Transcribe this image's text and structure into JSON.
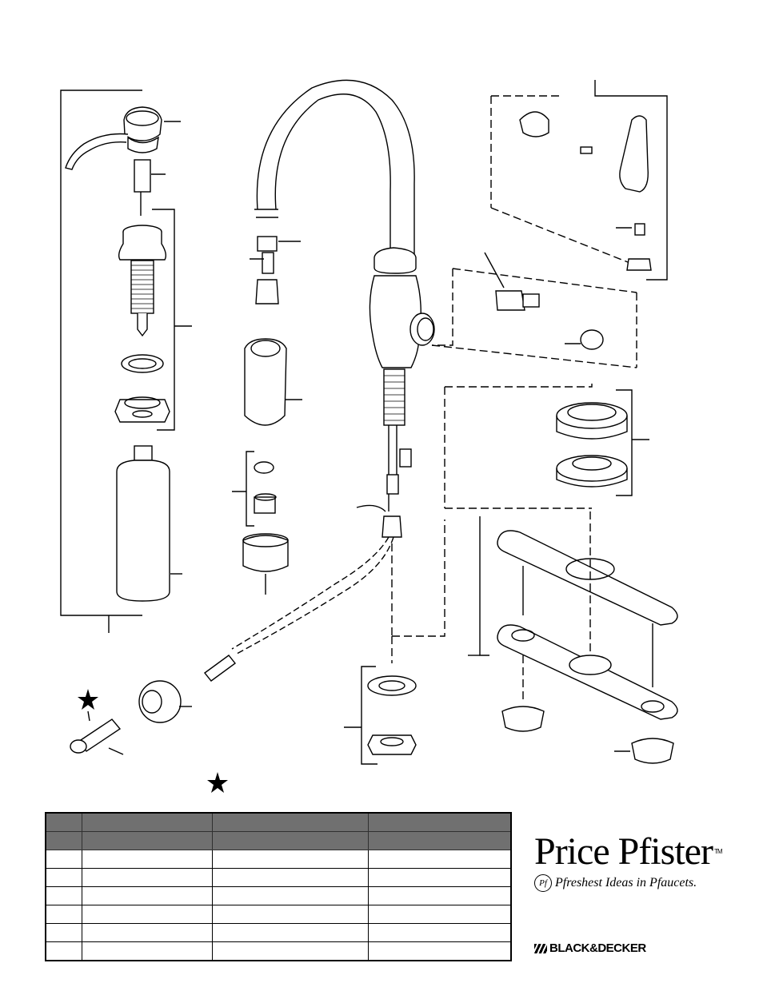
{
  "brand": {
    "name": "Price Pfister",
    "trademark": "TM",
    "badge": "Pf",
    "tagline": "Pfreshest Ideas in Pfaucets.",
    "parent_brand": "BLACK&DECKER"
  },
  "parts_table": {
    "header_rows": 2,
    "body_rows": 6,
    "columns": 4
  }
}
